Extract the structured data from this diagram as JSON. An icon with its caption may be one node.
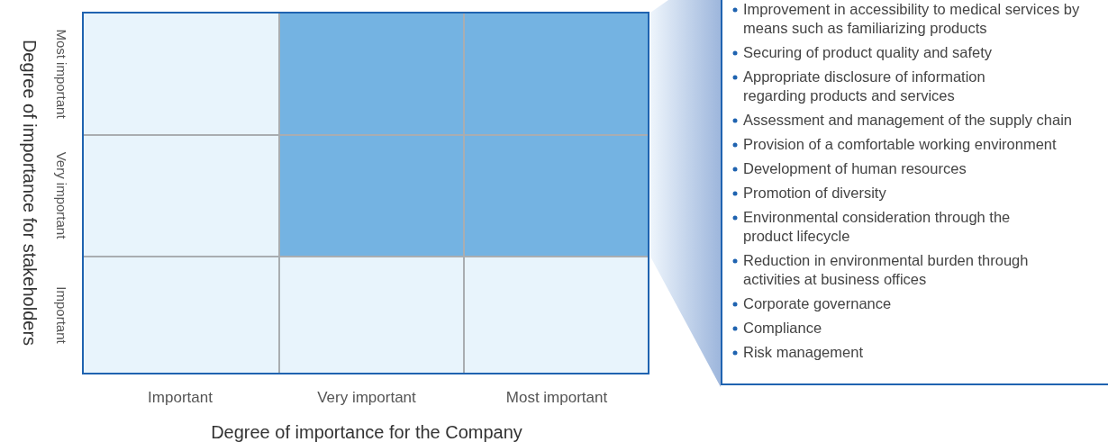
{
  "diagram": {
    "nodes": [
      {
        "text": [
          "Improvement in accessibility to medical services by means such as familiarizing products",
          "Securing of product quality and safety",
          "Appropriate disclosure of information regarding products and services",
          "Assessment and management of the supply chain",
          "Provision of a comfortable working environment",
          "Development of human resources",
          "Promotion of diversity",
          "Environmental consideration through the product lifecycle",
          "Reduction in environmental burden through activities at business offices",
          "Corporate governance",
          "Compliance",
          "Risk management"
        ]
      }
    ],
    "labels": [
      "Most important",
      "Very important",
      "Important",
      "Degree of importance for stakeholders",
      "Important",
      "Very important",
      "Most important",
      "Degree of importance for the Company"
    ]
  }
}
